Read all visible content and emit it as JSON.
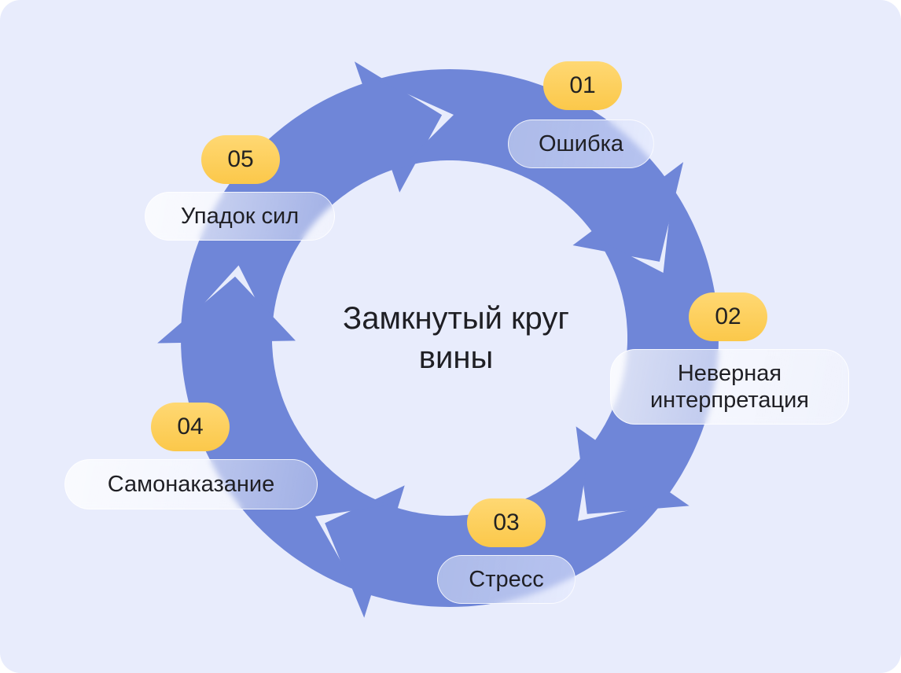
{
  "title": "Замкнутый круг вины",
  "colors": {
    "background": "#e8ecfc",
    "ring": "#6f86d8",
    "badge": "#fcca50"
  },
  "steps": [
    {
      "number": "01",
      "label": "Ошибка"
    },
    {
      "number": "02",
      "label": "Неверная интерпретация"
    },
    {
      "number": "03",
      "label": "Стресс"
    },
    {
      "number": "04",
      "label": "Самонаказание"
    },
    {
      "number": "05",
      "label": "Упадок сил"
    }
  ]
}
